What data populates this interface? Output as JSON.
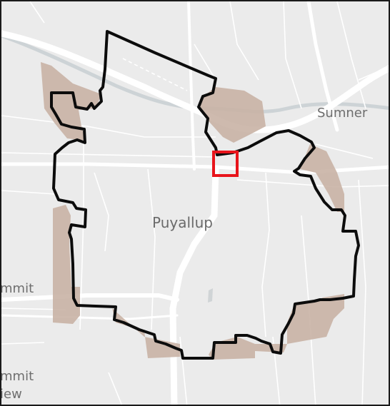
{
  "map": {
    "labels": {
      "city": "Puyallup",
      "sumner": "Sumner",
      "summit_partial": "mmit",
      "summit_view_line1": "mmit",
      "summit_view_line2": "iew"
    },
    "colors": {
      "land": "#ebebeb",
      "road": "#ffffff",
      "river": "#c9cfd2",
      "boundary_fill": "#c9b3a5",
      "boundary_line": "#0c0c0c",
      "highlight": "#e8141b",
      "frame": "#1a1a1a"
    },
    "features": {
      "boundary": "city-limits-outline",
      "uga": "urban-growth-area-shading",
      "highlight": "selected-area-square"
    }
  }
}
